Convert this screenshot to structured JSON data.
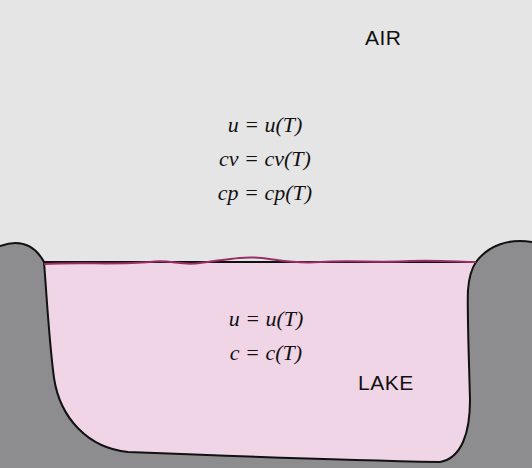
{
  "diagram": {
    "nodes": [
      {
        "text": [
          "AIR",
          "u = u(T)",
          "cv = cv(T)",
          "cp = cp(T)"
        ]
      },
      {
        "text": [
          "u = u(T)",
          "c = c(T)",
          "LAKE"
        ]
      }
    ]
  }
}
